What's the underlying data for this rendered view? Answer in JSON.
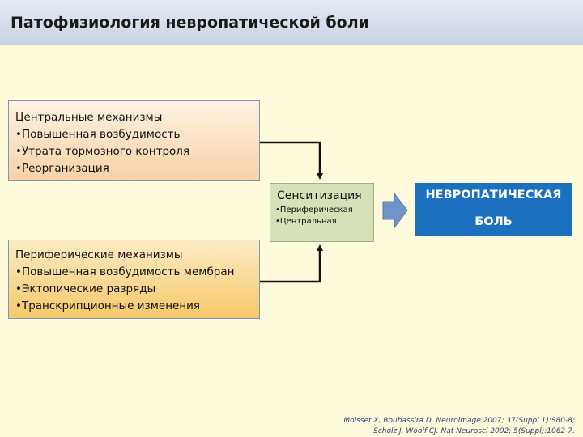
{
  "header": {
    "title": "Патофизиология невропатической боли"
  },
  "central": {
    "heading": "Центральные механизмы",
    "items": [
      "•Повышенная возбудимость",
      "•Утрата тормозного контроля",
      "•Реорганизация"
    ]
  },
  "peripheral": {
    "heading": "Периферические механизмы",
    "items": [
      "•Повышенная возбудимость мембран",
      "•Эктопические разряды",
      "•Транскрипционные изменения"
    ]
  },
  "sensitization": {
    "title": "Сенситизация",
    "items": [
      "•Периферическая",
      "•Центральная"
    ]
  },
  "result": {
    "line1": "НЕВРОПАТИЧЕСКАЯ",
    "line2": "БОЛЬ"
  },
  "references": [
    "Moisset X, Bouhassira D. Neuroimage 2007; 37(Suppl 1):S80-8;",
    "Scholz J, Woolf CJ. Nat Neurosci 2002; 5(Suppl):1062-7."
  ],
  "colors": {
    "background": "#fdfbdc",
    "central_box": "#f9d2a6",
    "peripheral_box": "#f6c86a",
    "sensitization_box": "#d5e1b7",
    "result_box": "#1b70c0",
    "arrow": "#6f95c8"
  }
}
